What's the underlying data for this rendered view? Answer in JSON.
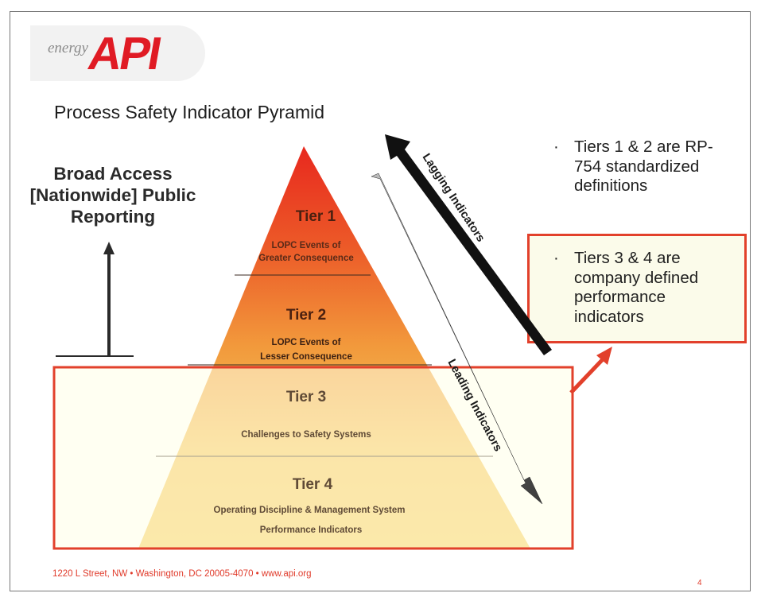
{
  "logo": {
    "energy": "energy",
    "api": "API"
  },
  "title": "Process Safety Indicator Pyramid",
  "broad_access": [
    "Broad Access",
    "[Nationwide] Public",
    "Reporting"
  ],
  "tiers": [
    {
      "name": "Tier 1",
      "desc": [
        "LOPC Events of",
        "Greater Consequence"
      ]
    },
    {
      "name": "Tier 2",
      "desc": [
        "LOPC Events of",
        "Lesser Consequence"
      ]
    },
    {
      "name": "Tier 3",
      "desc": [
        "Challenges to Safety Systems"
      ]
    },
    {
      "name": "Tier 4",
      "desc": [
        "Operating Discipline & Management System",
        "Performance Indicators"
      ]
    }
  ],
  "arrows": {
    "lagging": "Lagging Indicators",
    "leading": "Leading Indicators"
  },
  "bullets": [
    {
      "dot": "·",
      "lines": [
        "Tiers 1 & 2 are RP-",
        "754 standardized",
        "definitions"
      ]
    },
    {
      "dot": "·",
      "lines": [
        "Tiers 3 & 4 are",
        "company defined",
        "performance",
        "indicators"
      ]
    }
  ],
  "footer": "1220 L Street, NW  •  Washington, DC 20005-4070  •  www.api.org",
  "page_number": "4",
  "colors": {
    "accent_red": "#e2402b",
    "api_red": "#e01b24",
    "highlight_fill": "#fbfbea"
  }
}
